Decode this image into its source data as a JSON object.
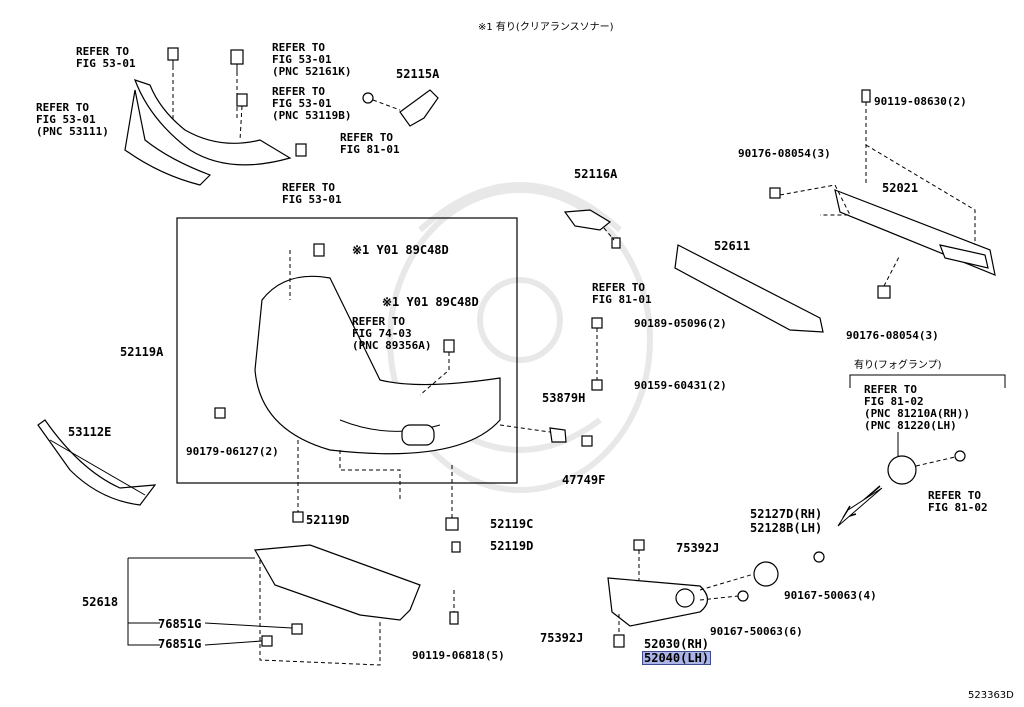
{
  "header_note": "※1 有り(クリアランスソナー)",
  "fog_note": "有り(フォグランプ)",
  "diagram_id": "523363D",
  "labels": {
    "l_refer_53_01_a": "REFER TO\nFIG 53-01",
    "l_refer_53_01_pnc52161k": "REFER TO\nFIG 53-01\n(PNC 52161K)",
    "l_refer_53_01_pnc53111": "REFER TO\nFIG 53-01\n(PNC 53111)",
    "l_refer_53_01_pnc53119b": "REFER TO\nFIG 53-01\n(PNC 53119B)",
    "l_refer_53_01_b": "REFER TO\nFIG 53-01",
    "l_52115a": "52115A",
    "l_refer_81_01_a": "REFER TO\nFIG 81-01",
    "l_52116a": "52116A",
    "l_refer_81_01_b": "REFER TO\nFIG 81-01",
    "l_90119_08630": "90119-08630(2)",
    "l_90176_08054_a": "90176-08054(3)",
    "l_52021": "52021",
    "l_52611": "52611",
    "l_90176_08054_b": "90176-08054(3)",
    "l_y01_a": "※1 Y01 89C48D",
    "l_y01_b": "※1 Y01 89C48D",
    "l_refer_74_03": "REFER TO\nFIG 74-03\n(PNC 89356A)",
    "l_52119a": "52119A",
    "l_90189_05096": "90189-05096(2)",
    "l_90159_60431": "90159-60431(2)",
    "l_53879h": "53879H",
    "l_47749f": "47749F",
    "l_53112e": "53112E",
    "l_90179_06127": "90179-06127(2)",
    "l_52119d_a": "52119D",
    "l_52119c": "52119C",
    "l_52119d_b": "52119D",
    "l_refer_81_02_pnc": "REFER TO\nFIG 81-02\n(PNC 81210A(RH))\n(PNC 81220(LH)",
    "l_refer_81_02": "REFER TO\nFIG 81-02",
    "l_52127d": "52127D(RH)",
    "l_52128b": "52128B(LH)",
    "l_75392j_a": "75392J",
    "l_52618": "52618",
    "l_76851g_a": "76851G",
    "l_76851g_b": "76851G",
    "l_90119_06818": "90119-06818(5)",
    "l_90167_50063_a": "90167-50063(4)",
    "l_90167_50063_b": "90167-50063(6)",
    "l_75392j_b": "75392J",
    "l_52030": "52030(RH)",
    "l_52040": "52040(LH)"
  }
}
